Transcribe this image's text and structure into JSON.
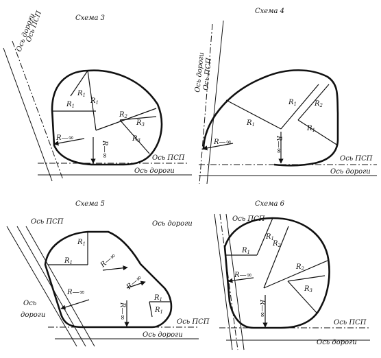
{
  "schemes": [
    {
      "title": "Схема 3",
      "axis_labels": [
        "Ось ПСП",
        "Ось дороги",
        "Ось ПСП",
        "Ось дороги"
      ],
      "radius_labels": [
        "R1",
        "R1",
        "R1",
        "R2",
        "R3",
        "R3",
        "R—∞",
        "R—∞"
      ]
    },
    {
      "title": "Схема 4",
      "axis_labels": [
        "Ось дороги",
        "Ось ПСП",
        "Ось ПСП",
        "Ось дороги"
      ],
      "radius_labels": [
        "R1",
        "R1",
        "R2",
        "R1",
        "R—∞",
        "R—∞"
      ]
    },
    {
      "title": "Схема 5",
      "axis_labels": [
        "Ось ПСП",
        "Ось дороги",
        "Ось дороги",
        "Ось ПСП",
        "Ось дороги"
      ],
      "radius_labels": [
        "R1",
        "R1",
        "R—∞",
        "R—∞",
        "R—∞",
        "R—∞",
        "R1",
        "R1"
      ]
    },
    {
      "title": "Схема 6",
      "axis_labels": [
        "Ось ПСП",
        "Ось ПСП",
        "Ось дороги"
      ],
      "radius_labels": [
        "R1",
        "R1",
        "R2",
        "R2",
        "R3",
        "R—∞",
        "R—∞"
      ]
    }
  ]
}
